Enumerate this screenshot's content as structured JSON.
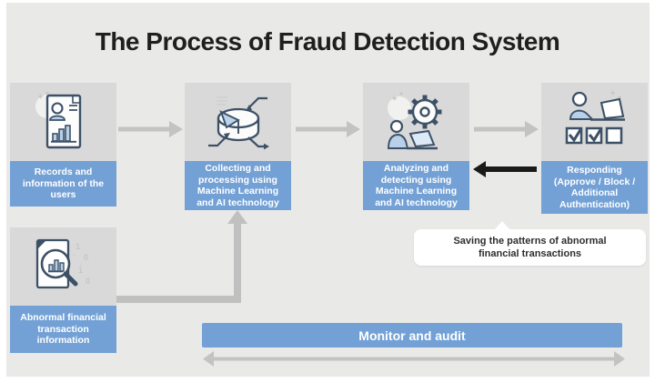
{
  "title": "The Process of Fraud Detection System",
  "colors": {
    "background": "#e9e9e8",
    "node_icon_bg": "#d9d9d9",
    "accent_blue": "#73a1d6",
    "arrow_gray": "#c3c3c3",
    "feedback_arrow_black": "#1a1a1a",
    "icon_outline_navy": "#3d5166",
    "icon_fill_light_blue": "#b9d0ea"
  },
  "nodes": {
    "records": {
      "lines": [
        "Records and",
        "information of the",
        "users"
      ]
    },
    "collecting": {
      "lines": [
        "Collecting and",
        "processing using",
        "Machine Learning",
        "and AI technology"
      ]
    },
    "analyzing": {
      "lines": [
        "Analyzing and",
        "detecting using",
        "Machine Learning",
        "and AI technology"
      ]
    },
    "responding": {
      "lines": [
        "Responding",
        "(Approve / Block /",
        "Additional",
        "Authentication)"
      ]
    },
    "abnormal": {
      "lines": [
        "Abnormal financial",
        "transaction",
        "information"
      ]
    }
  },
  "callout": {
    "lines": [
      "Saving the patterns of abnormal",
      "financial transactions"
    ]
  },
  "monitor_bar": {
    "label": "Monitor and audit"
  },
  "icons": {
    "records": "document-user-chart-icon",
    "collecting": "database-pie-collect-icon",
    "analyzing": "person-laptop-gear-icon",
    "responding": "person-laptop-checklist-icon",
    "abnormal": "document-magnifier-chart-icon",
    "binary_digits": [
      "1",
      "0",
      "1",
      "0"
    ]
  }
}
